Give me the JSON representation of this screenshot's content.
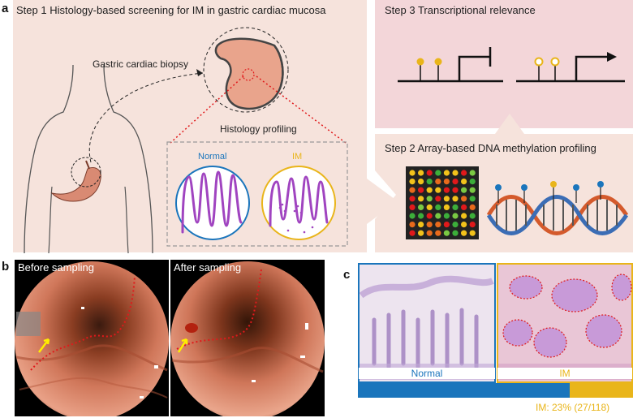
{
  "panels": {
    "a": "a",
    "b": "b",
    "c": "c"
  },
  "step1": {
    "title": "Step 1 Histology-based screening for IM in gastric cardiac mucosa",
    "biopsy_label": "Gastric cardiac biopsy",
    "histology_label": "Histology profiling",
    "normal_label": "Normal",
    "im_label": "IM"
  },
  "step2": {
    "title": "Step 2 Array-based DNA methylation profiling"
  },
  "step3": {
    "title": "Step 3 Transcriptional relevance"
  },
  "endoscopy": {
    "before_label": "Before sampling",
    "after_label": "After sampling"
  },
  "histology_c": {
    "normal_label": "Normal",
    "im_label": "IM",
    "im_stat": "IM: 23% (27/118)",
    "im_fraction": 0.23
  },
  "colors": {
    "panel_bg": "#f6e3dc",
    "step3_bg": "#f3d6d9",
    "normal_blue": "#1a75bc",
    "im_yellow": "#e9b51a",
    "histology_purple": "#a044c0",
    "red_dotted": "#e0191b"
  }
}
